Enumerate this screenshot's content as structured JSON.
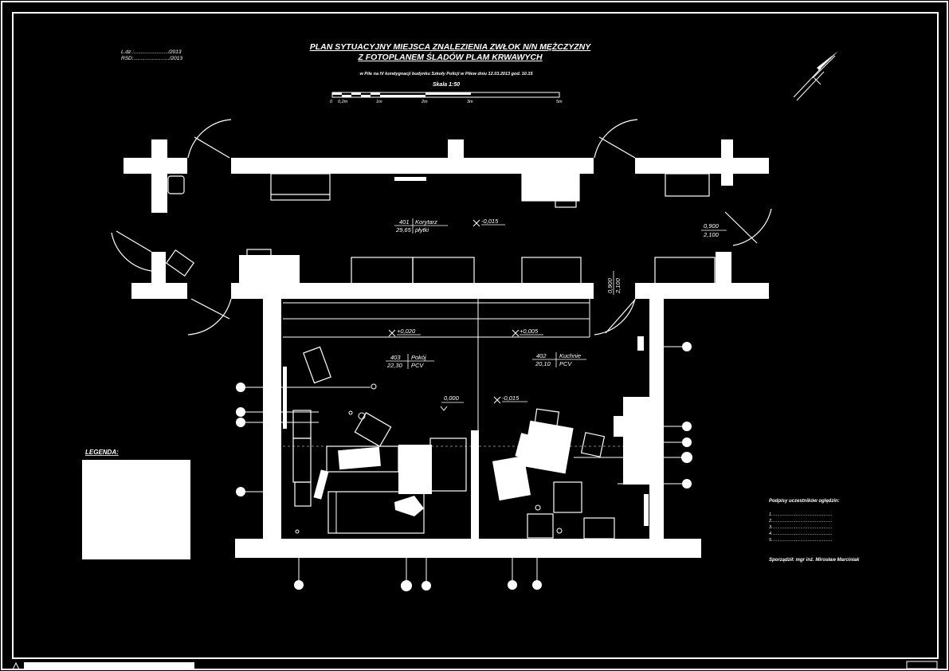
{
  "header": {
    "ref_line1": "L.dz.:......................../2013",
    "ref_line2": "RSD:........................./2013",
    "title_line1": "PLAN SYTUACYJNY MIEJSCA ZNALEZIENIA ZWŁOK N/N MĘŻCZYZNY",
    "title_line2": "Z FOTOPLANEM ŚLADÓW PLAM KRWAWYCH",
    "subtitle": "w Pile na IV kondygnacji budynku Szkoły Policji w Pilew dniu 12.03.2013 god. 10.15",
    "scale_label": "Skala 1:50"
  },
  "scale_bar": {
    "ticks": [
      "0",
      "0,2m",
      "1m",
      "2m",
      "3m",
      "5m"
    ]
  },
  "rooms": {
    "corridor": {
      "number": "401",
      "name": "Korytarz",
      "area": "29,65",
      "floor": "płytki",
      "level": "-0,015"
    },
    "room": {
      "number": "403",
      "name": "Pokój",
      "area": "22,30",
      "floor": "PCV",
      "level": "+0,020"
    },
    "kitchen": {
      "number": "402",
      "name": "Kuchnie",
      "area": "20,10",
      "floor": "PCV",
      "level": "+0,005"
    }
  },
  "levels": {
    "floor_zero": "0,000",
    "kitchen_level": "-0,015"
  },
  "doors": {
    "right_door_top": "0,900",
    "right_door_bottom": "2,100",
    "vertical_top": "0,900",
    "vertical_bottom": "2,100"
  },
  "legend": {
    "title": "LEGENDA:"
  },
  "signatures": {
    "title": "Podpisy uczestników oględzin:",
    "lines": [
      "1..................................................",
      "2..................................................",
      "3..................................................",
      "4..................................................",
      "5.................................................."
    ],
    "author": "Sporządził: mgr inż. Mirosław Marciniak"
  }
}
